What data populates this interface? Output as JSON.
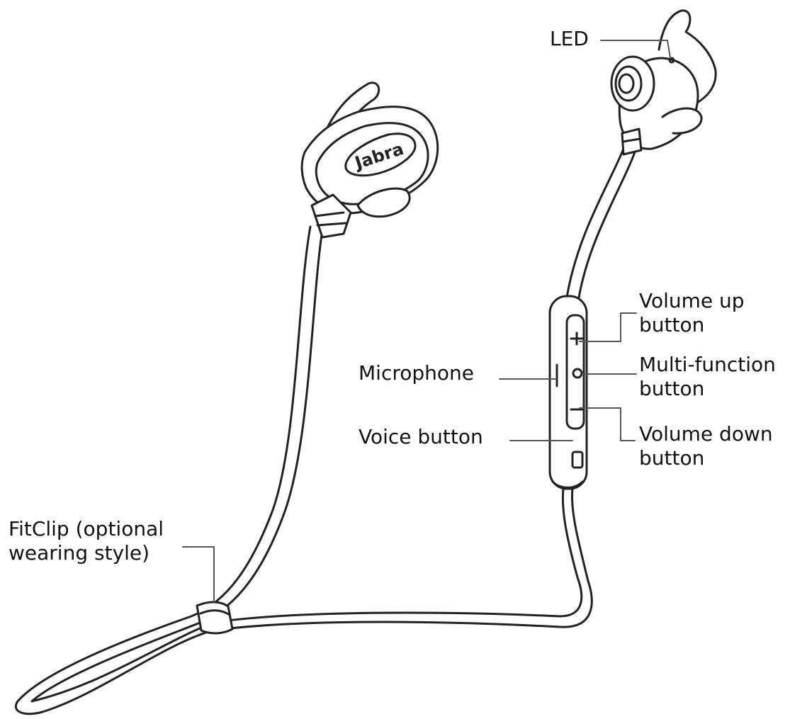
{
  "brand_text": "Jabra",
  "labels": {
    "led": "LED",
    "volume_up": [
      "Volume up",
      "button"
    ],
    "multi_function": [
      "Multi-function",
      "button"
    ],
    "volume_down": [
      "Volume down",
      "button"
    ],
    "microphone": "Microphone",
    "voice_button": "Voice button",
    "fitclip": [
      "FitClip (optional",
      "wearing style)"
    ]
  },
  "colors": {
    "line": "#222222",
    "fill": "#ffffff"
  }
}
